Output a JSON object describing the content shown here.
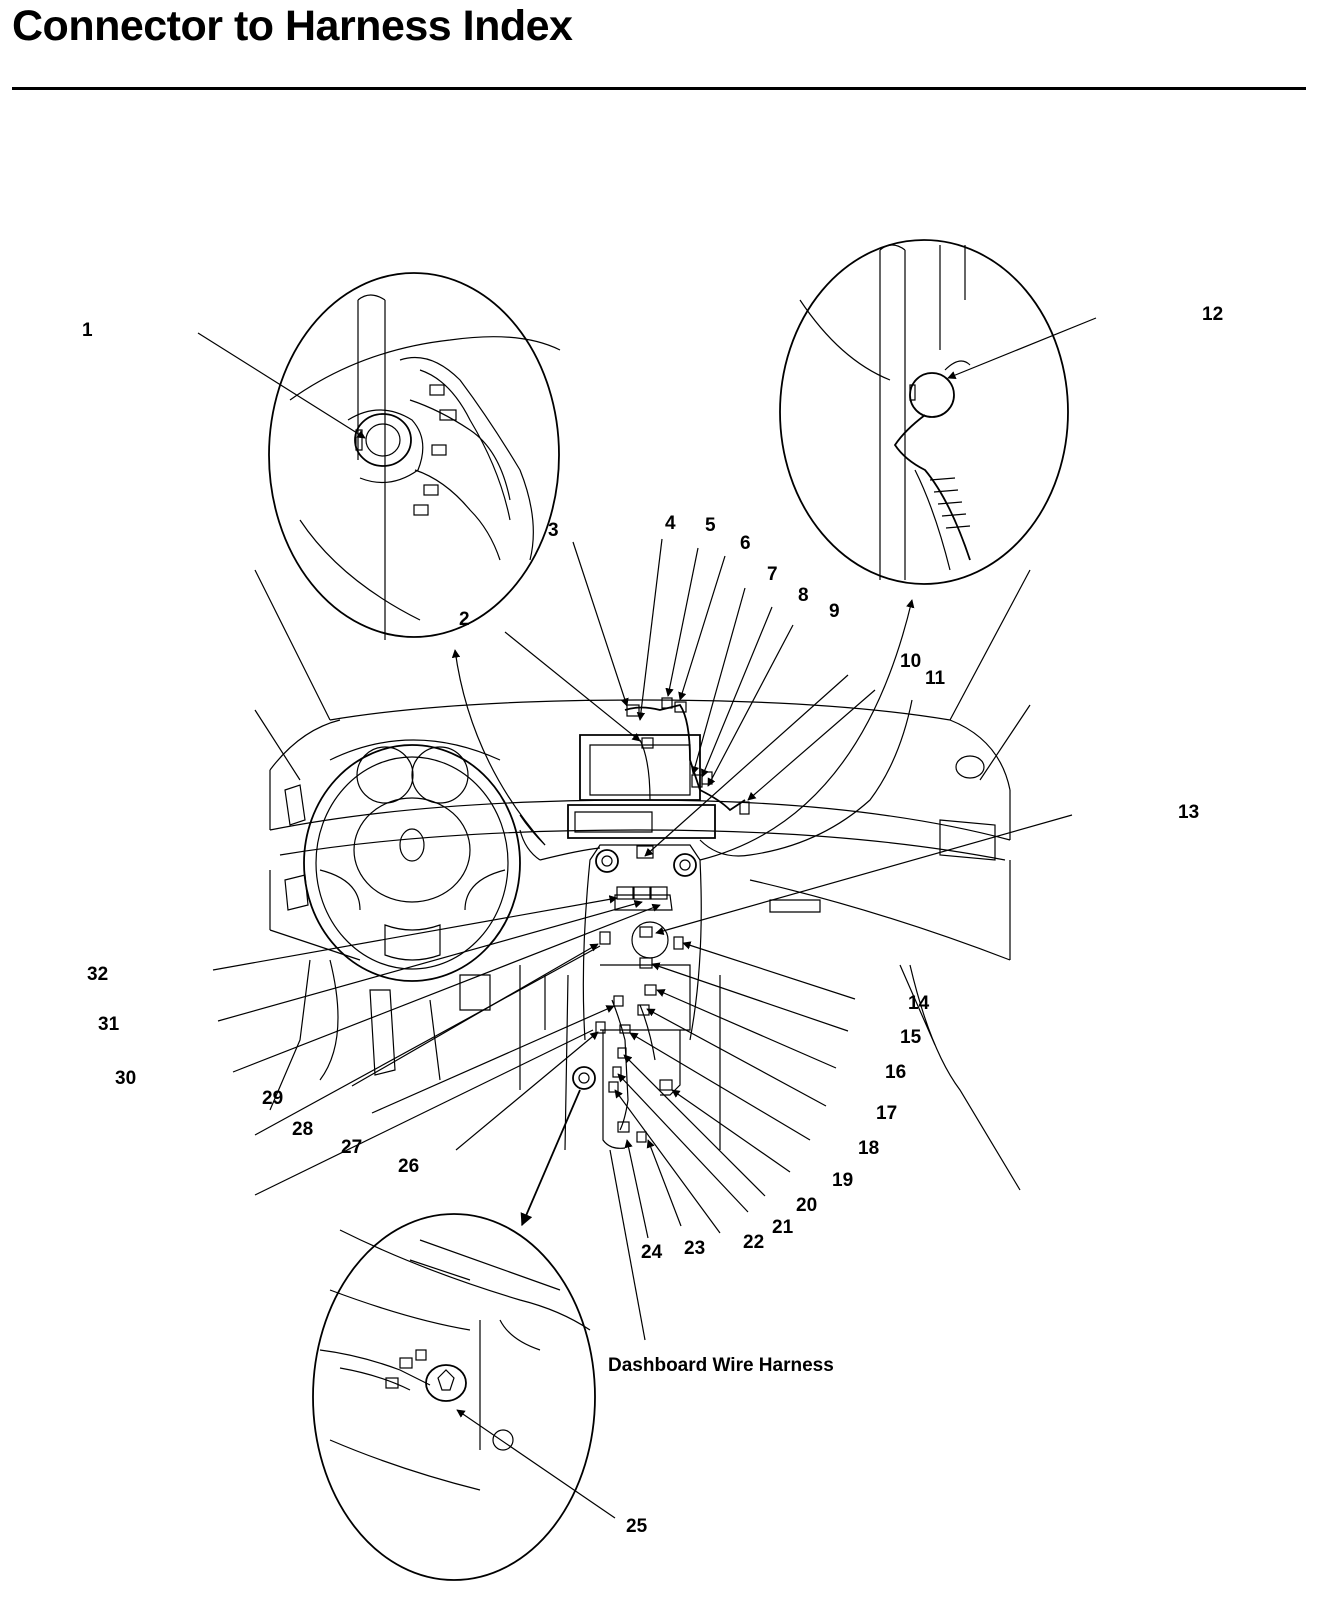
{
  "title": "Connector to Harness Index",
  "harness_label": "Dashboard Wire Harness",
  "callouts": [
    "1",
    "2",
    "3",
    "4",
    "5",
    "6",
    "7",
    "8",
    "9",
    "10",
    "11",
    "12",
    "13",
    "14",
    "15",
    "16",
    "17",
    "18",
    "19",
    "20",
    "21",
    "22",
    "23",
    "24",
    "25",
    "26",
    "27",
    "28",
    "29",
    "30",
    "31",
    "32"
  ],
  "colors": {
    "ink": "#000000",
    "background": "#ffffff"
  }
}
